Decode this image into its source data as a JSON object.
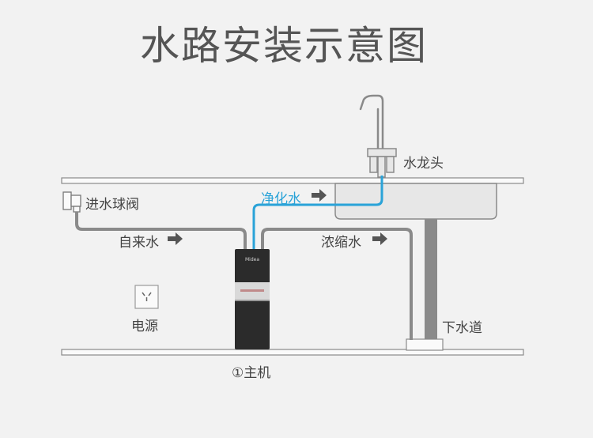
{
  "title": "水路安装示意图",
  "labels": {
    "faucet": "水龙头",
    "purified_water": "净化水",
    "inlet_valve": "进水球阀",
    "tap_water": "自来水",
    "concentrate_water": "浓缩水",
    "power": "电源",
    "drain": "下水道",
    "main_unit": "①主机",
    "device_brand": "Midea"
  },
  "colors": {
    "background": "#f2f2f2",
    "pipe": "#8a8a8a",
    "purified_pipe": "#2aa3d8",
    "text": "#444444",
    "unit_body": "#2b2b2b"
  },
  "icons": {
    "arrow": "right-arrow-icon",
    "power_outlet": "power-outlet-icon",
    "valve": "ball-valve-icon"
  }
}
